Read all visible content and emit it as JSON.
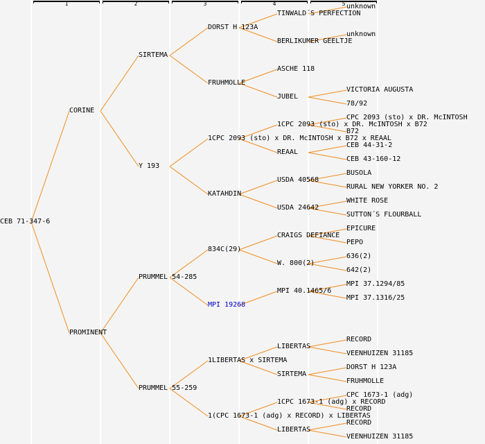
{
  "diagram": {
    "type": "pedigree-tree",
    "line_color": "#f08c1e",
    "link_color": "#0000cc",
    "generations": [
      "1",
      "2",
      "3",
      "4",
      "5"
    ],
    "root": {
      "label": "CEB 71-347-6",
      "children": [
        {
          "label": "CORINE",
          "children": [
            {
              "label": "SIRTEMA",
              "children": [
                {
                  "label": "DORST H 123A",
                  "children": [
                    {
                      "label": "TINWALD´S PERFECTION",
                      "children": [
                        {
                          "label": "unknown"
                        }
                      ]
                    },
                    {
                      "label": "BERLIKUMER GEELTJE",
                      "children": [
                        {
                          "label": "unknown"
                        }
                      ]
                    }
                  ]
                },
                {
                  "label": "FRUHMOLLE",
                  "children": [
                    {
                      "label": "ASCHE 118"
                    },
                    {
                      "label": "JUBEL",
                      "children": [
                        {
                          "label": "VICTORIA AUGUSTA"
                        },
                        {
                          "label": "78/92"
                        }
                      ]
                    }
                  ]
                }
              ]
            },
            {
              "label": "Y 193",
              "children": [
                {
                  "label": "1CPC 2093 (sto) x DR. McINTOSH x B72 x REAAL",
                  "children": [
                    {
                      "label": "1CPC 2093 (sto) x DR. McINTOSH x B72",
                      "children": [
                        {
                          "label": "CPC 2093 (sto) x DR. McINTOSH"
                        },
                        {
                          "label": "B72"
                        }
                      ]
                    },
                    {
                      "label": "REAAL",
                      "children": [
                        {
                          "label": "CEB 44-31-2"
                        },
                        {
                          "label": "CEB 43-160-12"
                        }
                      ]
                    }
                  ]
                },
                {
                  "label": "KATAHDIN",
                  "children": [
                    {
                      "label": "USDA 40568",
                      "children": [
                        {
                          "label": "BUSOLA"
                        },
                        {
                          "label": "RURAL NEW YORKER NO. 2"
                        }
                      ]
                    },
                    {
                      "label": "USDA 24642",
                      "children": [
                        {
                          "label": "WHITE ROSE"
                        },
                        {
                          "label": "SUTTON´S FLOURBALL"
                        }
                      ]
                    }
                  ]
                }
              ]
            }
          ]
        },
        {
          "label": "PROMINENT",
          "children": [
            {
              "label": "PRUMMEL 54-285",
              "children": [
                {
                  "label": "834C(29)",
                  "children": [
                    {
                      "label": "CRAIGS DEFIANCE",
                      "children": [
                        {
                          "label": "EPICURE"
                        },
                        {
                          "label": "PEPO"
                        }
                      ]
                    },
                    {
                      "label": "W. 800(2)",
                      "children": [
                        {
                          "label": "636(2)"
                        },
                        {
                          "label": "642(2)"
                        }
                      ]
                    }
                  ]
                },
                {
                  "label": "MPI 19268",
                  "link": true,
                  "children": [
                    {
                      "label": "MPI 40.1465/6",
                      "children": [
                        {
                          "label": "MPI 37.1294/85"
                        },
                        {
                          "label": "MPI 37.1316/25"
                        }
                      ]
                    }
                  ]
                }
              ]
            },
            {
              "label": "PRUMMEL 55-259",
              "children": [
                {
                  "label": "1LIBERTAS x SIRTEMA",
                  "children": [
                    {
                      "label": "LIBERTAS",
                      "children": [
                        {
                          "label": "RECORD"
                        },
                        {
                          "label": "VEENHUIZEN 31185"
                        }
                      ]
                    },
                    {
                      "label": "SIRTEMA",
                      "children": [
                        {
                          "label": "DORST H 123A"
                        },
                        {
                          "label": "FRUHMOLLE"
                        }
                      ]
                    }
                  ]
                },
                {
                  "label": "1(CPC 1673-1 (adg) x RECORD) x LIBERTAS",
                  "children": [
                    {
                      "label": "1CPC 1673-1 (adg) x RECORD",
                      "children": [
                        {
                          "label": "CPC 1673-1 (adg)"
                        },
                        {
                          "label": "RECORD"
                        }
                      ]
                    },
                    {
                      "label": "LIBERTAS",
                      "children": [
                        {
                          "label": "RECORD"
                        },
                        {
                          "label": "VEENHUIZEN 31185"
                        }
                      ]
                    }
                  ]
                }
              ]
            }
          ]
        }
      ]
    }
  }
}
